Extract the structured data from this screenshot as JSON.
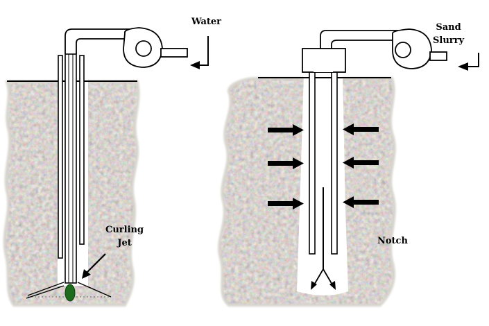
{
  "panels": {
    "left": {
      "inlet_label": "Water",
      "jet_label_line1": "Curling",
      "jet_label_line2": "Jet"
    },
    "right": {
      "inlet_label_line1": "Sand",
      "inlet_label_line2": "Slurry",
      "notch_label": "Notch"
    }
  },
  "colors": {
    "pipe_fill": "#ffffff",
    "line": "#000000",
    "jet_nozzle": "#1e6b1e",
    "sand_base": "#c9c5bd"
  }
}
